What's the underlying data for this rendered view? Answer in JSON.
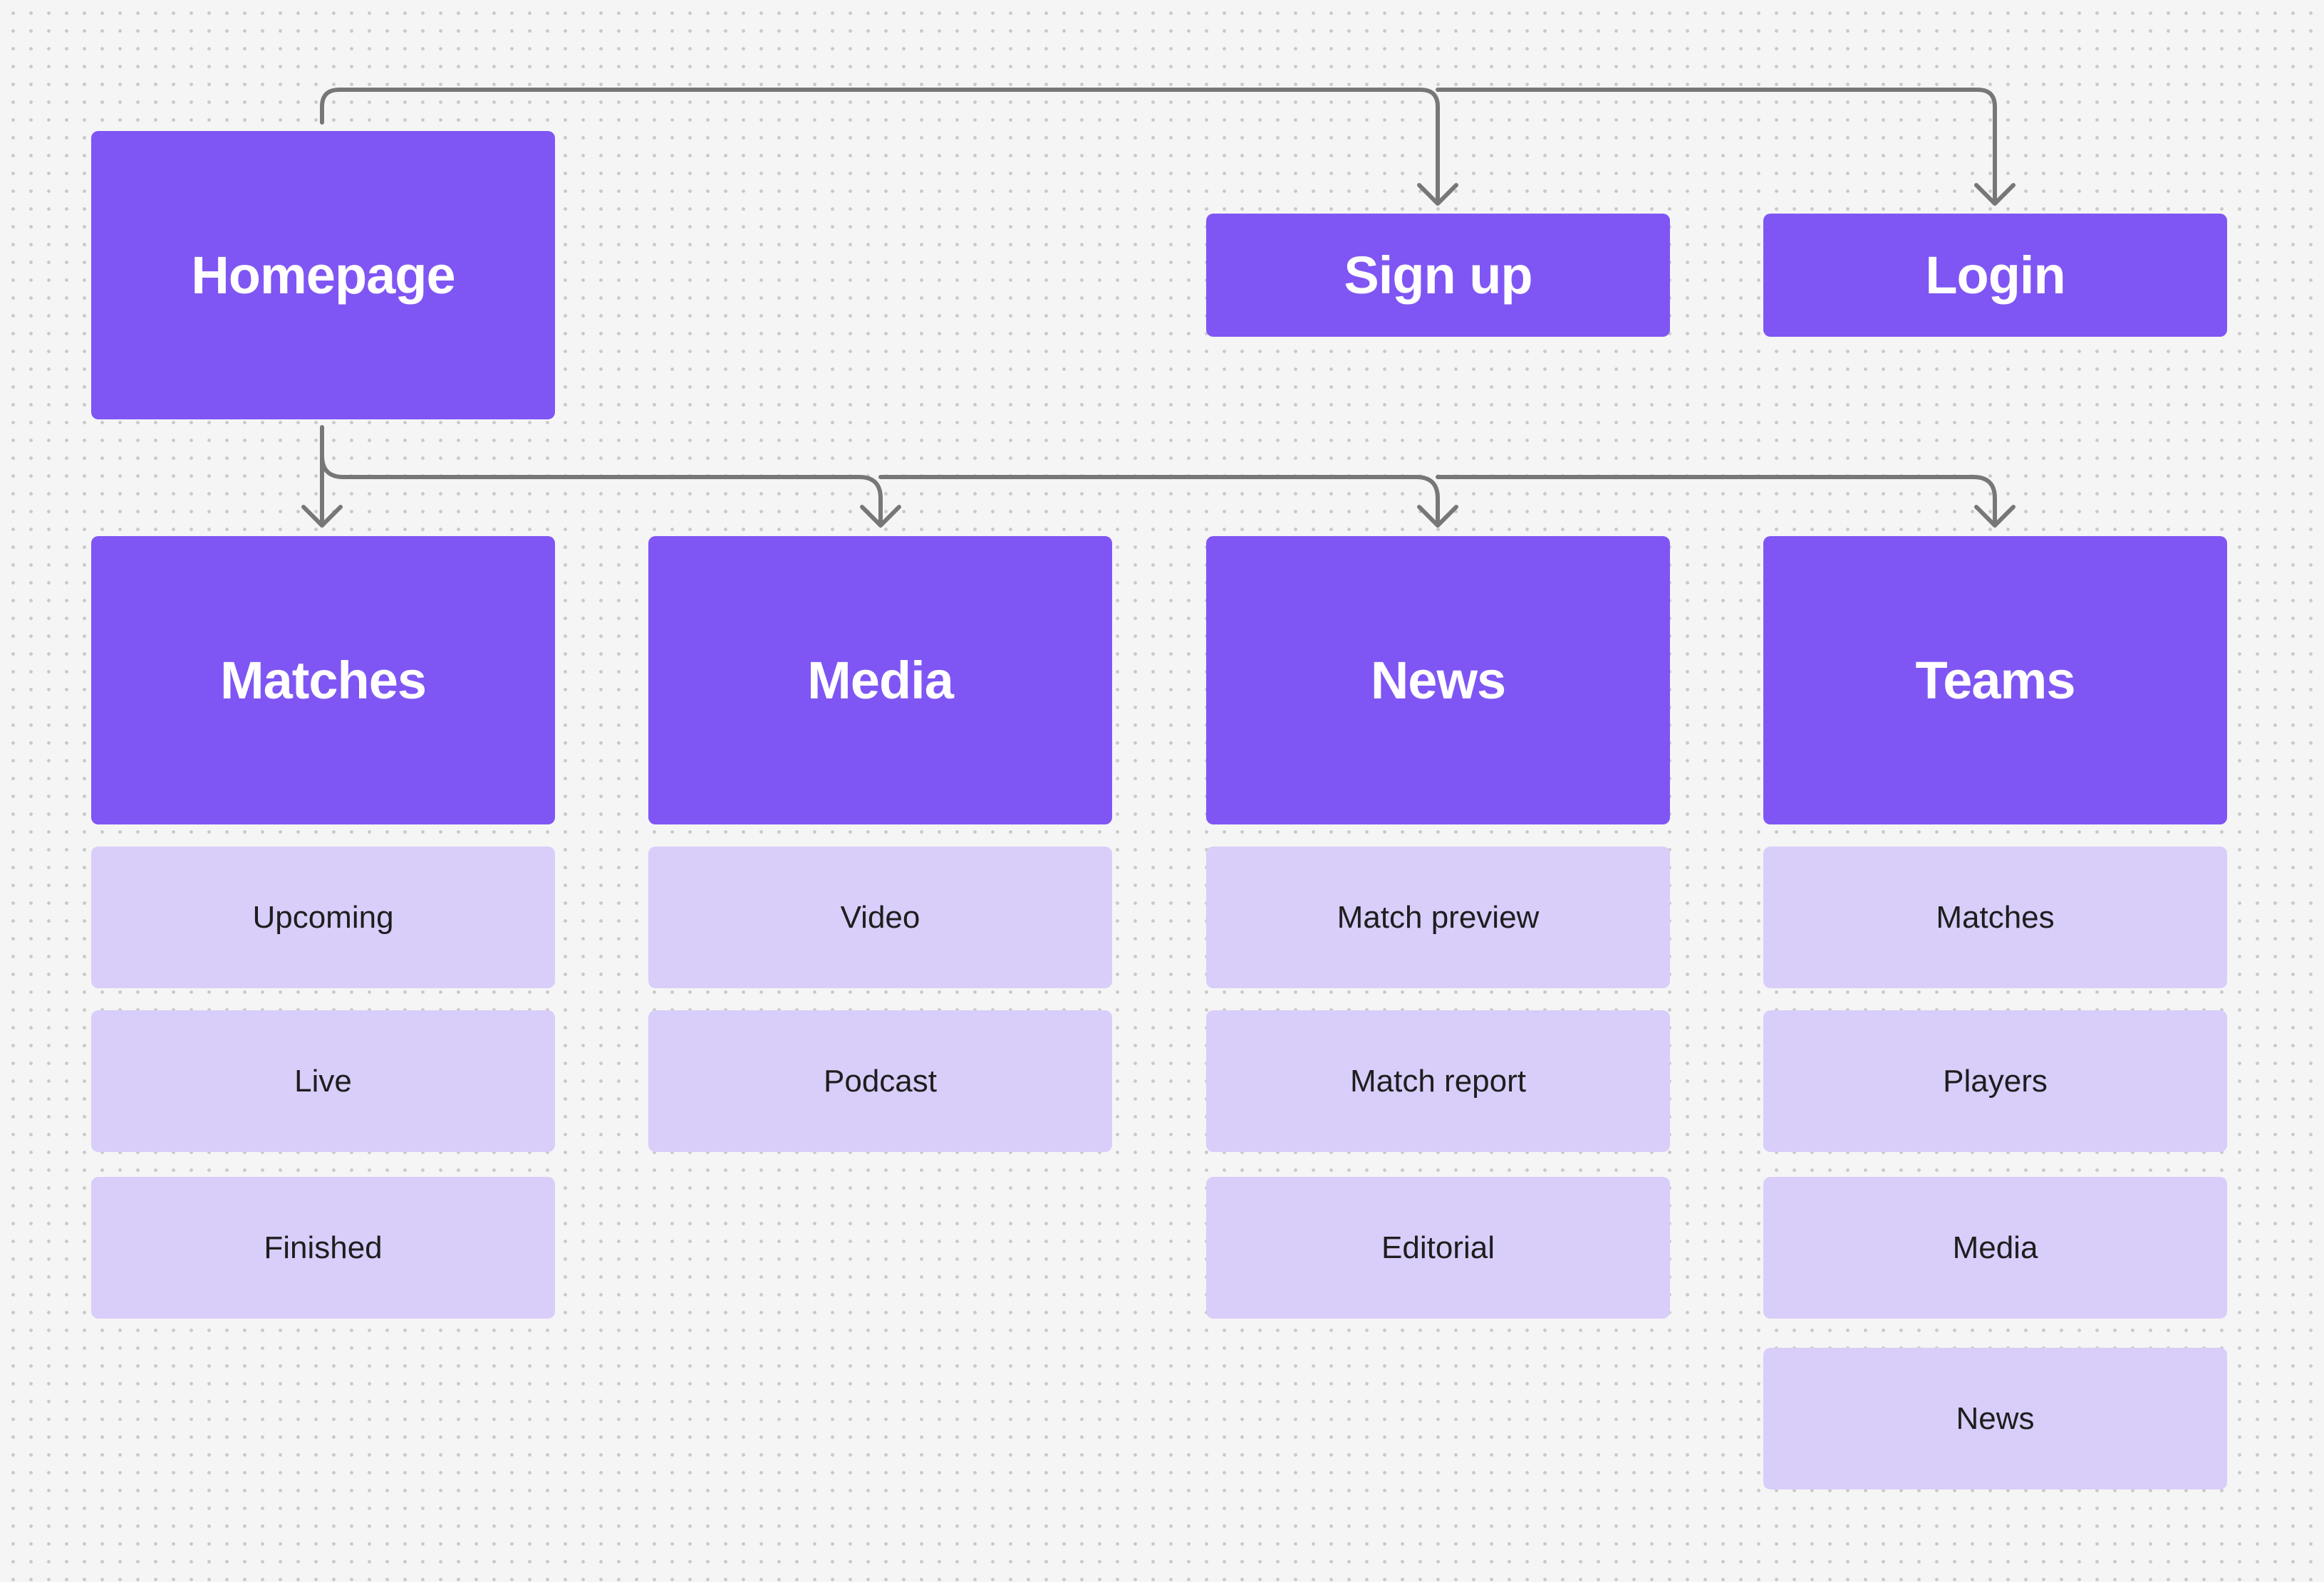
{
  "diagram": {
    "colors": {
      "primary": "#7f56f4",
      "secondary": "#d9cdfa",
      "connector": "#777777",
      "background": "#f5f5f5"
    },
    "root": {
      "label": "Homepage"
    },
    "auth": [
      {
        "label": "Sign up"
      },
      {
        "label": "Login"
      }
    ],
    "sections": [
      {
        "label": "Matches",
        "children": [
          "Upcoming",
          "Live",
          "Finished"
        ]
      },
      {
        "label": "Media",
        "children": [
          "Video",
          "Podcast"
        ]
      },
      {
        "label": "News",
        "children": [
          "Match preview",
          "Match report",
          "Editorial"
        ]
      },
      {
        "label": "Teams",
        "children": [
          "Matches",
          "Players",
          "Media",
          "News"
        ]
      }
    ]
  }
}
